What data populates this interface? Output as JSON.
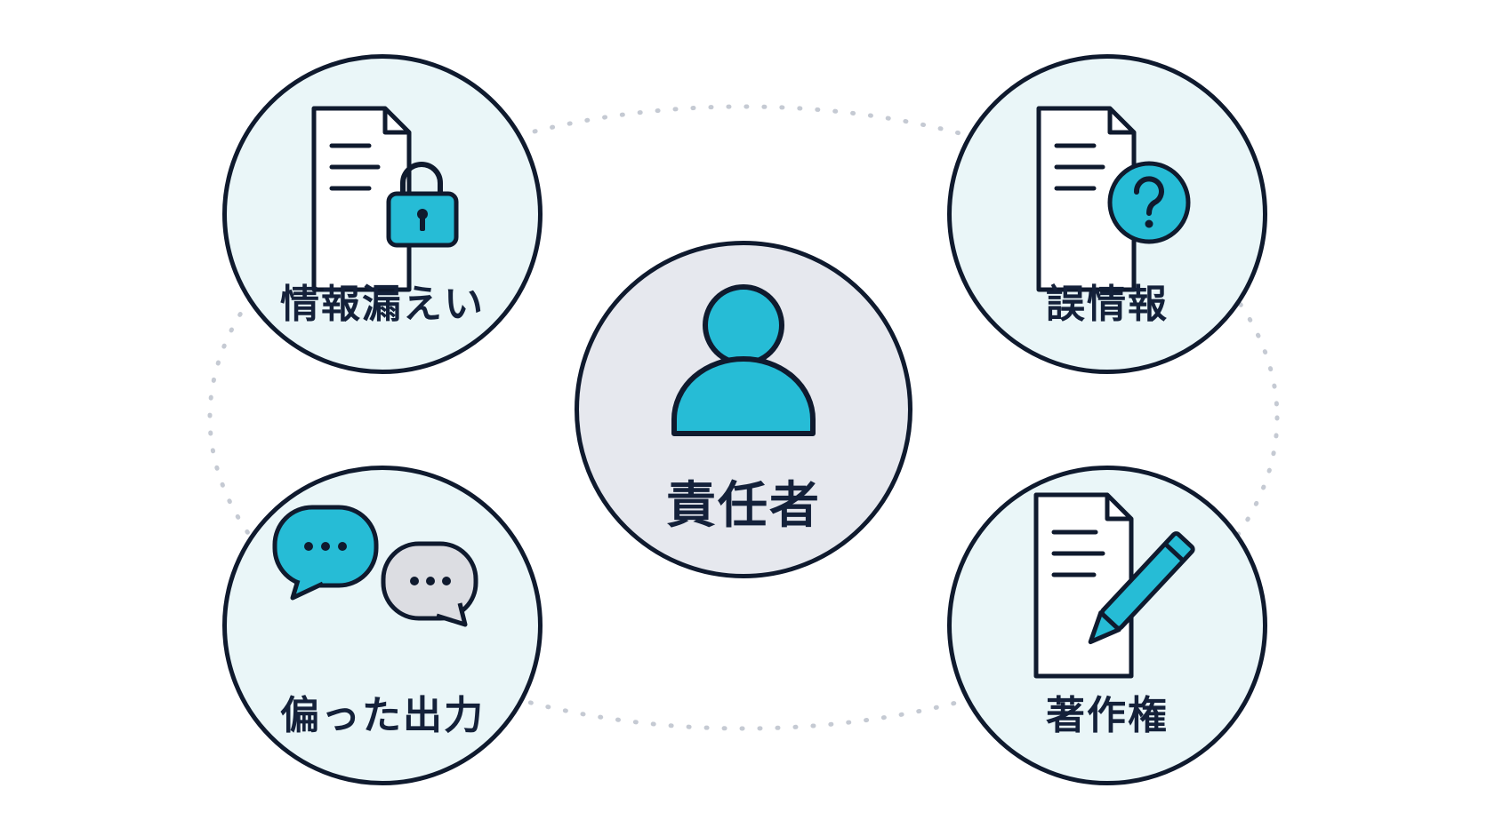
{
  "center": {
    "label": "責任者",
    "icon": "person-icon"
  },
  "risks": [
    {
      "id": "leak",
      "label": "情報漏えい",
      "icon": "document-lock-icon"
    },
    {
      "id": "misinfo",
      "label": "誤情報",
      "icon": "document-question-icon"
    },
    {
      "id": "bias",
      "label": "偏った出力",
      "icon": "speech-bubbles-icon"
    },
    {
      "id": "copyright",
      "label": "著作権",
      "icon": "document-pen-icon"
    }
  ],
  "colors": {
    "accent": "#26bcd6",
    "outline": "#0f1a2e",
    "risk_fill": "#eaf6f8",
    "center_fill": "#e6e8ee",
    "connector": "#c5cad3",
    "bubble_gray": "#dcdde2"
  }
}
